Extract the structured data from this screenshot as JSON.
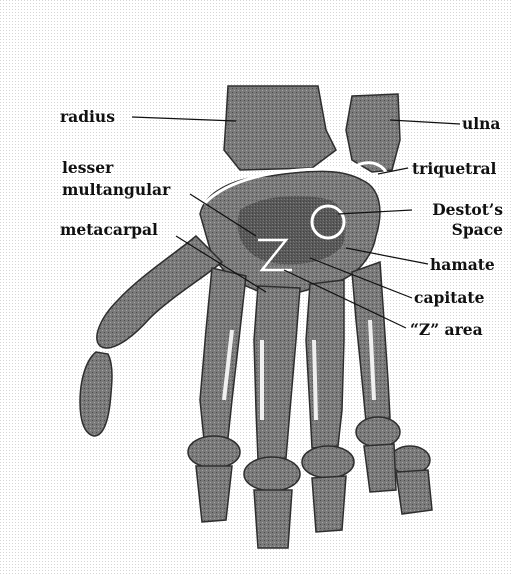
{
  "labels": {
    "radius": "radius",
    "ulna": "ulna",
    "lesser": "lesser",
    "multangular": "multangular",
    "triquetral": "triquetral",
    "destots": "Destot’s",
    "space": "Space",
    "metacarpal": "metacarpal",
    "hamate": "hamate",
    "capitate": "capitate",
    "z_area": "“Z” area"
  },
  "colors": {
    "bone": "#8c8c8c",
    "bone_dark": "#3d3d3d",
    "bone_light": "#d8d8d8",
    "background_dot": "#e6e6e6",
    "text": "#111111"
  }
}
